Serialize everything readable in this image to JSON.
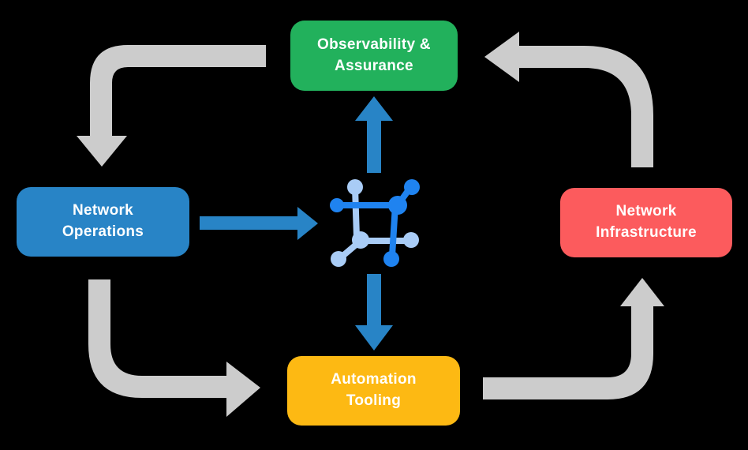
{
  "diagram": {
    "background_color": "#000000",
    "text_color": "#FFFFFF",
    "nodes": [
      {
        "id": "observability-assurance",
        "label": "Observability &\nAssurance",
        "color": "#22B15C",
        "position": "top"
      },
      {
        "id": "network-operations",
        "label": "Network\nOperations",
        "color": "#2884C6",
        "position": "left"
      },
      {
        "id": "network-infrastructure",
        "label": "Network\nInfrastructure",
        "color": "#FC5B5D",
        "position": "right"
      },
      {
        "id": "automation-tooling",
        "label": "Automation\nTooling",
        "color": "#FDB913",
        "position": "bottom"
      }
    ],
    "center_icon": {
      "name": "network-automation-icon",
      "color_primary": "#1F83F0",
      "color_secondary": "#A9CCF6"
    },
    "flow_arrows": {
      "color": "#2884C6",
      "items": [
        {
          "from": "network-operations",
          "to": "center-icon",
          "direction": "right"
        },
        {
          "from": "center-icon",
          "to": "observability-assurance",
          "direction": "up"
        },
        {
          "from": "center-icon",
          "to": "automation-tooling",
          "direction": "down"
        }
      ]
    },
    "cycle_arrows": {
      "color": "#CCCCCC",
      "items": [
        {
          "from": "observability-assurance",
          "to": "network-operations",
          "corner": "top-left"
        },
        {
          "from": "network-operations",
          "to": "automation-tooling",
          "corner": "bottom-left"
        },
        {
          "from": "automation-tooling",
          "to": "network-infrastructure",
          "corner": "bottom-right"
        },
        {
          "from": "network-infrastructure",
          "to": "observability-assurance",
          "corner": "top-right"
        }
      ]
    }
  }
}
